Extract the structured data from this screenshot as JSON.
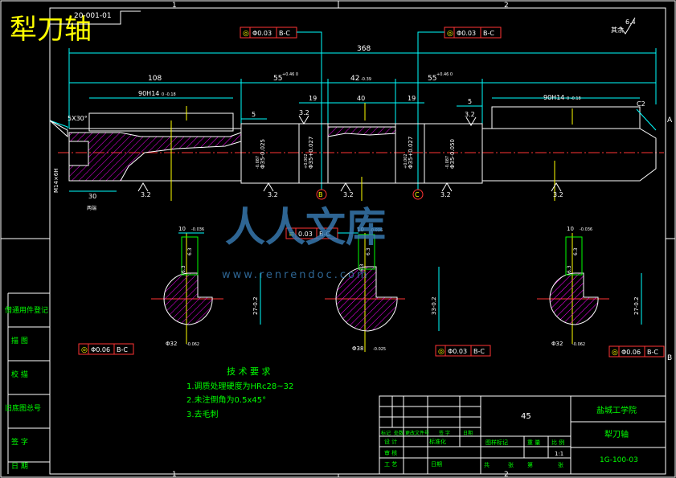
{
  "title": "犁刀轴",
  "title_stamp": "20-001-01",
  "colors": {
    "background": "#000000",
    "outline": "#ffffff",
    "dimension": "#00ffff",
    "text_green": "#00ff00",
    "title_yellow": "#ffff00",
    "hatch": "#ff00ff",
    "centerline": "#ff0000",
    "tolerance_frame": "#ff3333",
    "watermark": "#3a7fb8"
  },
  "grid": {
    "top_1": "1",
    "top_2": "2",
    "bottom_1": "1",
    "bottom_2": "2",
    "side_a": "A",
    "side_b": "B"
  },
  "roughness": {
    "corner_value": "6.4",
    "corner_label": "其余"
  },
  "dims": {
    "total_length": "368",
    "d108": "108",
    "d55_left": "55",
    "d55_left_tol": "+0.46 0",
    "d42": "42",
    "d42_tol": "-0.39",
    "d55_right": "55",
    "d55_right_tol": "+0.46 0",
    "keyway_left": "90H14",
    "keyway_left_tol": "0 -0.18",
    "keyway_right": "90H14",
    "keyway_right_tol": "0 -0.18",
    "d5_left": "5",
    "d19_left": "19",
    "d40": "40",
    "d19_right": "19",
    "d5_right": "5",
    "chamfer_left": "5X30°",
    "chamfer_right": "C2",
    "thread": "M14×6H",
    "d30": "30",
    "d30_sub": "两端",
    "dia_1": "Φ35-0.025",
    "dia_1_tol": "-0.087",
    "dia_2": "Φ35+0.027",
    "dia_2_tol": "+0.002",
    "dia_3": "Φ35+0.027",
    "dia_3_tol": "+0.002",
    "dia_4": "Φ35-0.050",
    "dia_4_tol": "-0.087",
    "ra_32": "3.2",
    "datum_b": "B",
    "datum_c": "C"
  },
  "gdt": {
    "top_left": {
      "symbol": "◎",
      "value": "Φ0.03",
      "datum": "B-C"
    },
    "top_right": {
      "symbol": "◎",
      "value": "Φ0.03",
      "datum": "B-C"
    },
    "mid": {
      "symbol": "≡",
      "value": "0.03",
      "datum": "B-C"
    },
    "sec1": {
      "symbol": "◎",
      "value": "Φ0.06",
      "datum": "B-C"
    },
    "sec2": {
      "symbol": "◎",
      "value": "Φ0.03",
      "datum": "B-C"
    },
    "sec3": {
      "symbol": "◎",
      "value": "Φ0.06",
      "datum": "B-C"
    }
  },
  "sections": [
    {
      "width": "10",
      "width_tol": "-0.036",
      "depth": "27-0.2",
      "diameter": "Φ32",
      "diameter_tol": "-0.062",
      "ra_a": "6.3",
      "ra_b": "6.3"
    },
    {
      "width": "10",
      "width_tol": "-0.036",
      "depth": "33-0.2",
      "diameter": "Φ38",
      "diameter_tol": "-0.025",
      "ra_a": "6.3",
      "ra_b": "6.3"
    },
    {
      "width": "10",
      "width_tol": "-0.036",
      "depth": "27-0.2",
      "diameter": "Φ32",
      "diameter_tol": "-0.062",
      "ra_a": "6.3",
      "ra_b": "6.3"
    }
  ],
  "notes": {
    "heading": "技 术 要 求",
    "items": [
      "1.调质处理硬度为HRc28~32",
      "2.未注倒角为0.5x45°",
      "3.去毛刺"
    ]
  },
  "left_strip": [
    "借通用件登记",
    "描  图",
    "校  描",
    "旧底图总号",
    "签  字",
    "日  期"
  ],
  "title_block": {
    "material": "45",
    "school": "盐城工学院",
    "part_name": "犁刀轴",
    "drawing_no": "1G-100-03",
    "scale": "1:1",
    "row_labels": [
      "标记",
      "处数",
      "更改文件号",
      "签  字",
      "日期"
    ],
    "design": "设  计",
    "standardize": "标准化",
    "review": "审  核",
    "process": "工  艺",
    "date": "日期",
    "stage_mark": "图样标记",
    "weight": "重  量",
    "ratio": "比  例",
    "total": "共",
    "sheet": "张",
    "page": "第",
    "sheet2": "张"
  },
  "watermark": {
    "text": "人人文库",
    "url": "www.renrendoc.com"
  }
}
